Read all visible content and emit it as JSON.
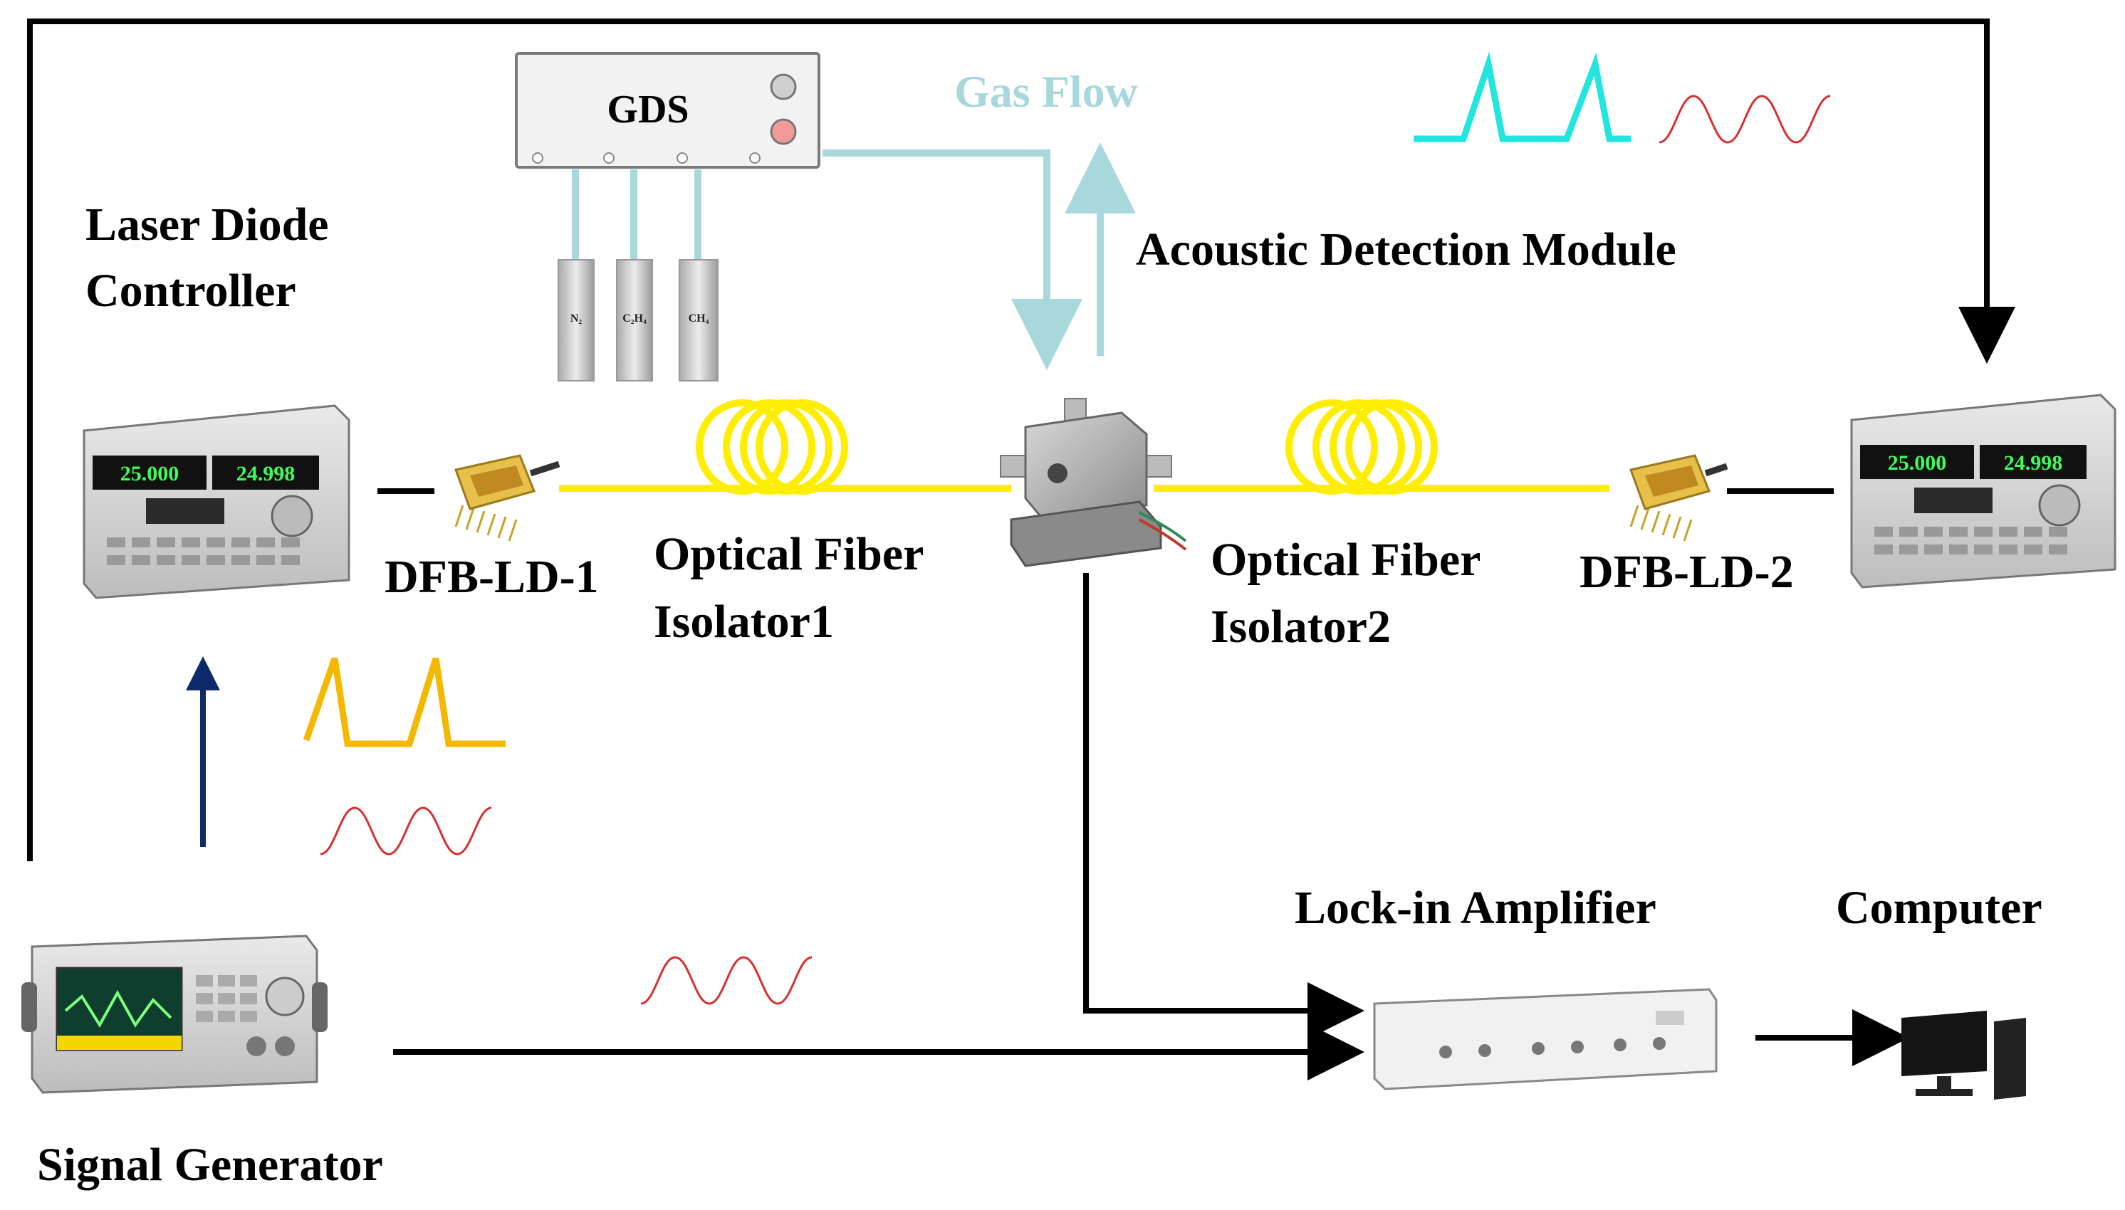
{
  "labels": {
    "laser_diode_controller_line1": "Laser Diode",
    "laser_diode_controller_line2": "Controller",
    "gds": "GDS",
    "gas_flow": "Gas Flow",
    "acoustic_detection_module": "Acoustic Detection Module",
    "dfb_ld_1": "DFB-LD-1",
    "dfb_ld_2": "DFB-LD-2",
    "optical_fiber_isolator1_line1": "Optical Fiber",
    "optical_fiber_isolator1_line2": "Isolator1",
    "optical_fiber_isolator2_line1": "Optical Fiber",
    "optical_fiber_isolator2_line2": "Isolator2",
    "lock_in_amplifier": "Lock-in Amplifier",
    "computer": "Computer",
    "signal_generator": "Signal Generator"
  },
  "gas_cylinders": [
    "N₂",
    "C₂H₄",
    "CH₄"
  ],
  "controller_display": {
    "left": "25.000",
    "right": "24.998"
  },
  "colors": {
    "line": "#000000",
    "fiber": "#ffee00",
    "gas_flow": "#a8d8dc",
    "cyan_waveform": "#22e5e0",
    "yellow_waveform": "#f5b800",
    "sine_wave": "#d83030",
    "navy_arrow": "#0e2a6b"
  }
}
